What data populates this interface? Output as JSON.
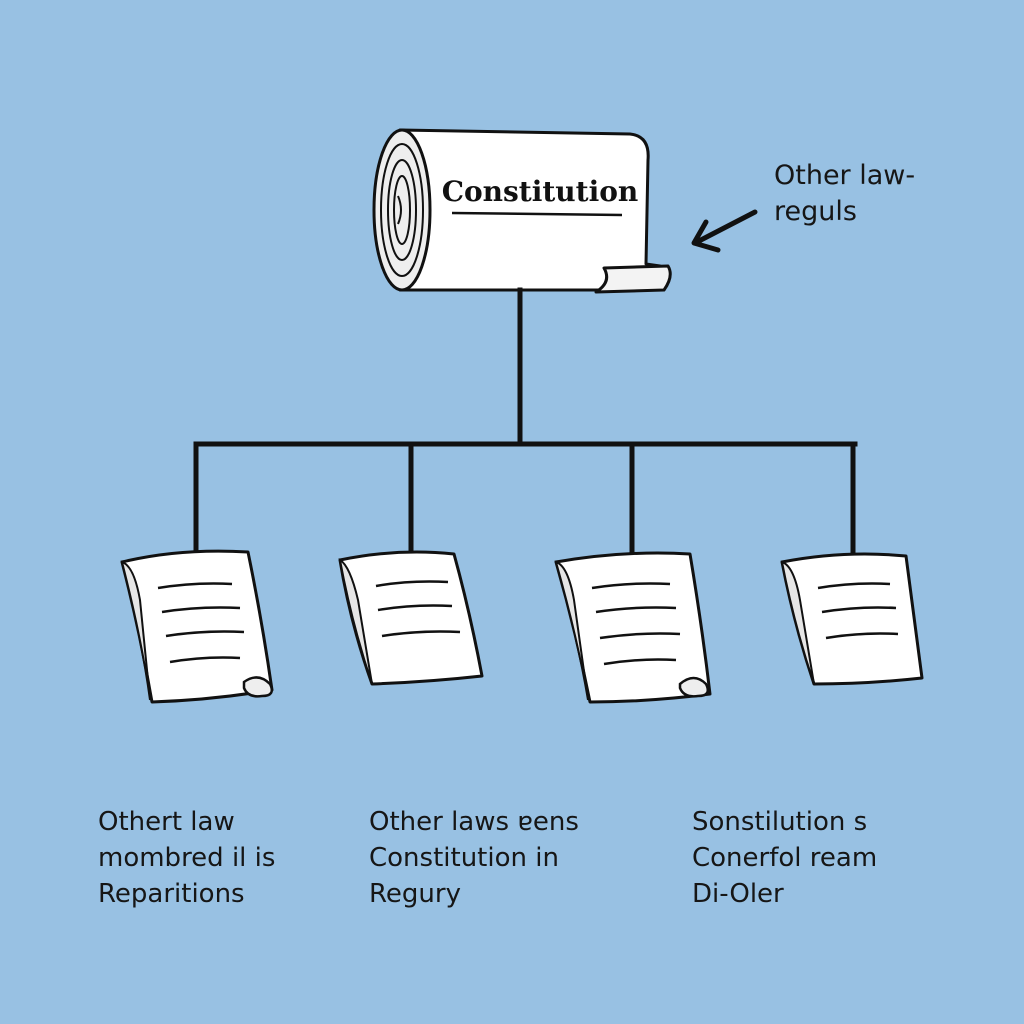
{
  "constitution": {
    "title": "Constitution"
  },
  "side_label": {
    "lines": [
      "Other law-",
      "reguls"
    ]
  },
  "captions": [
    {
      "lines": [
        "Othert law",
        "mombred il is",
        "Reparitions"
      ]
    },
    {
      "lines": [
        "Other laws ɐens",
        "Constitution in",
        "Regury"
      ]
    },
    {
      "lines": [
        "Sonstilution s",
        "Conerfol ream",
        "Di-Oler"
      ]
    }
  ],
  "colors": {
    "background": "#98c1e3",
    "line": "#111111",
    "paper": "#ffffff",
    "shade": "#e6e6e6"
  }
}
